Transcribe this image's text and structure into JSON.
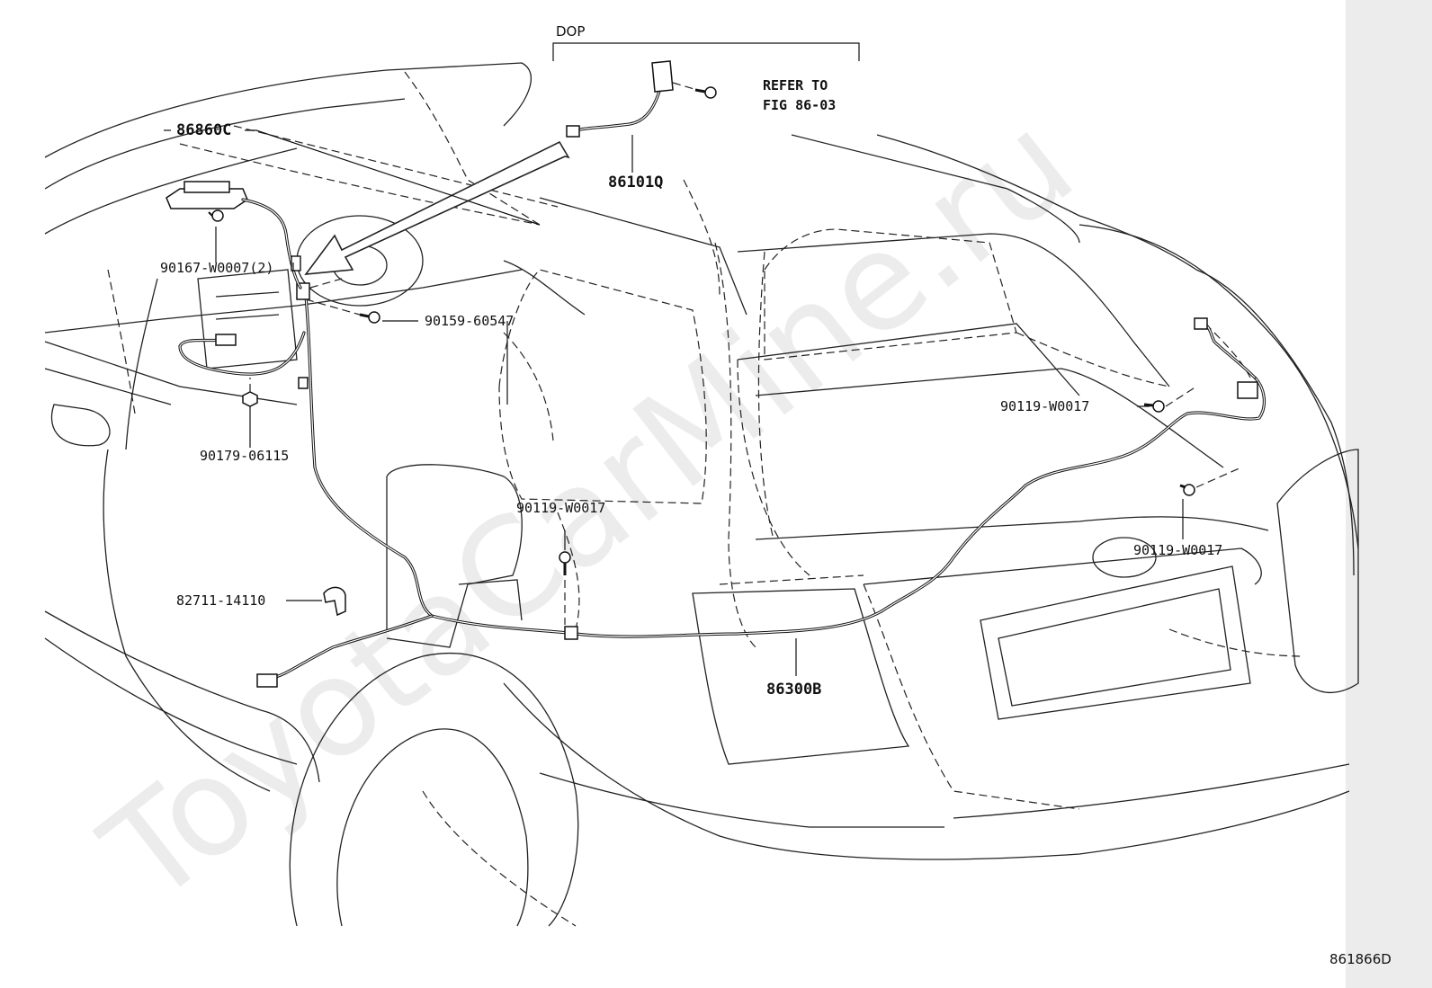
{
  "watermark": "ToyotaCarMine.ru",
  "figure_code": "861866D",
  "dop_label": "DOP",
  "refer": {
    "line1": "REFER TO",
    "line2": "FIG 86-03"
  },
  "parts": {
    "p86860C": "86860C",
    "p90167": "90167-W0007(2)",
    "p90159": "90159-60547",
    "p90179": "90179-06115",
    "p86101Q": "86101Q",
    "p90119_right_upper": "90119-W0017",
    "p90119_center": "90119-W0017",
    "p90119_right_lower": "90119-W0017",
    "p82711": "82711-14110",
    "p86300B": "86300B"
  }
}
